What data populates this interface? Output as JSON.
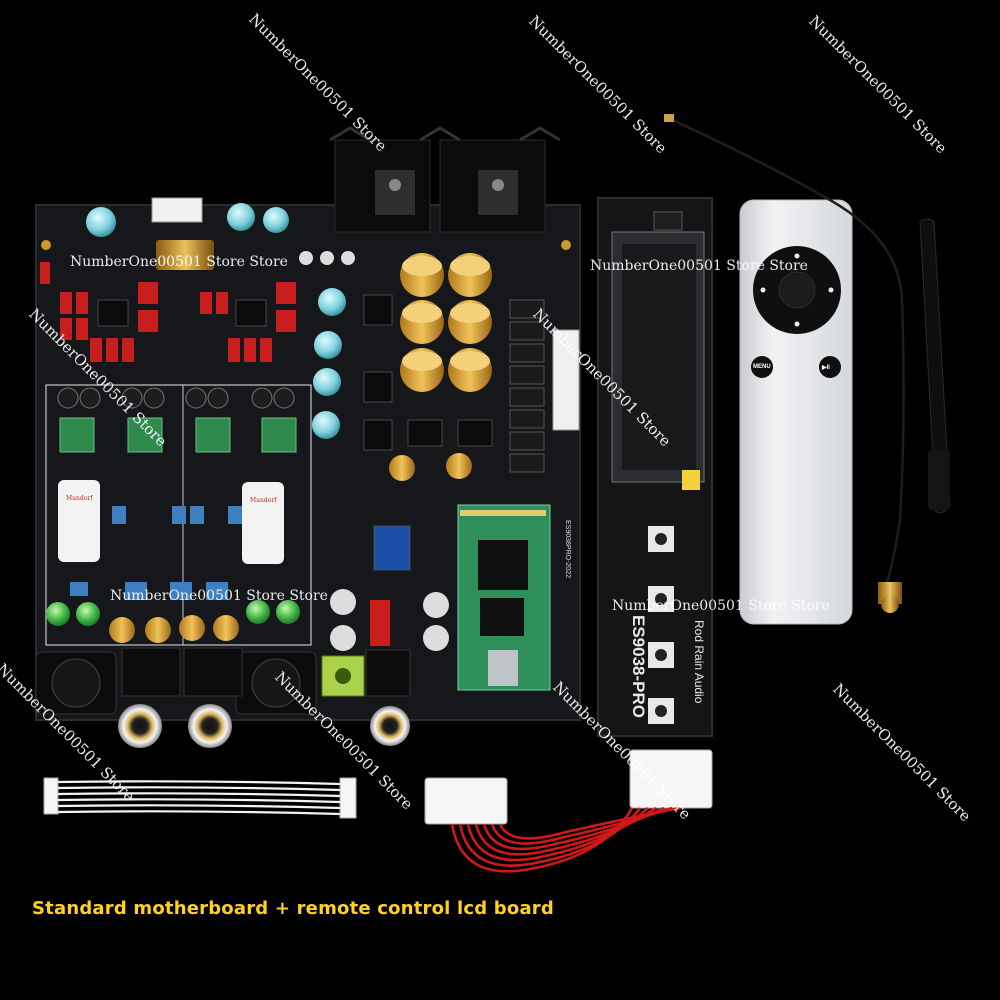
{
  "caption": "Standard motherboard + remote control lcd board",
  "watermark": "NumberOne00501 Store",
  "watermark_horizontal": "NumberOne00501 Store Store",
  "lcd_board": {
    "model": "ES9038-PRO",
    "brand": "Rod Rain Audio"
  },
  "remote": {
    "menu_label": "MENU",
    "play_label": "▶II"
  },
  "colors": {
    "background": "#000000",
    "caption": "#ffd21e",
    "pcb": "#16181a",
    "remote": "#e4e6e8"
  }
}
